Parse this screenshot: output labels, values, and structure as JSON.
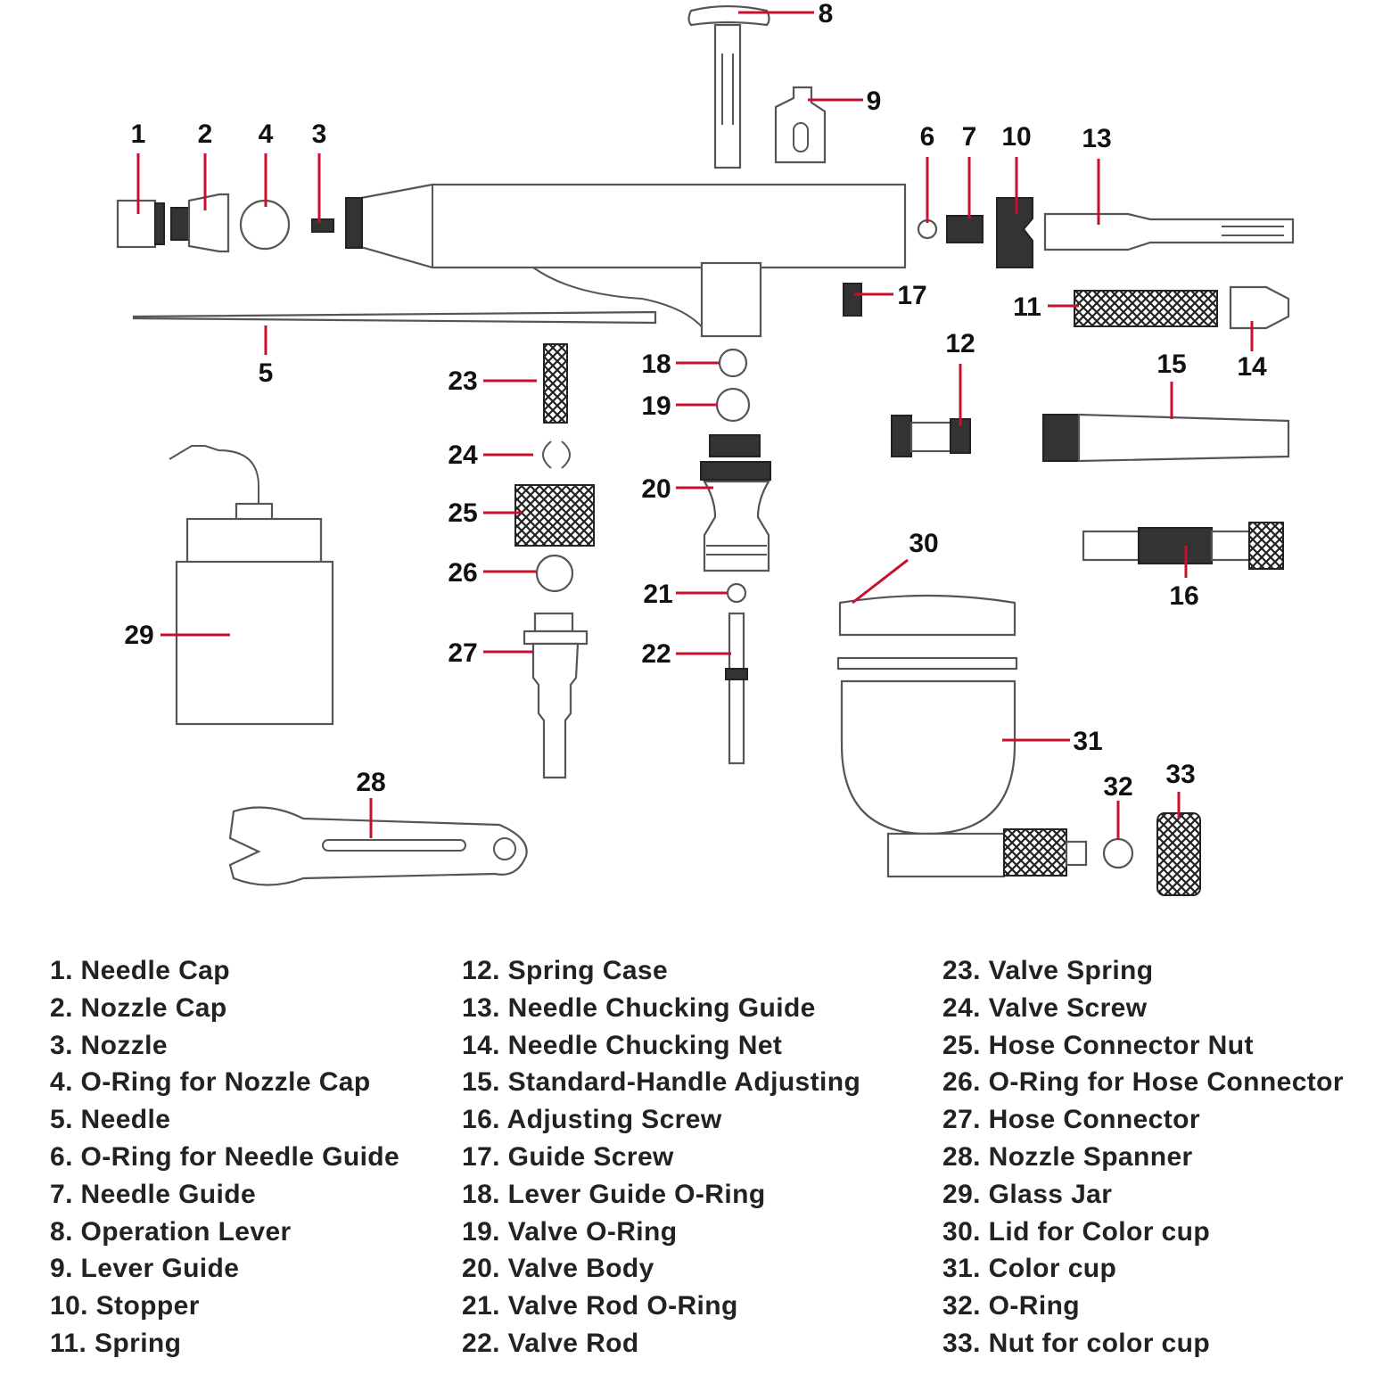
{
  "callouts": [
    "1",
    "2",
    "3",
    "4",
    "5",
    "6",
    "7",
    "8",
    "9",
    "10",
    "11",
    "12",
    "13",
    "14",
    "15",
    "16",
    "17",
    "18",
    "19",
    "20",
    "21",
    "22",
    "23",
    "24",
    "25",
    "26",
    "27",
    "28",
    "29",
    "30",
    "31",
    "32",
    "33"
  ],
  "legend": {
    "col1": [
      "1. Needle Cap",
      "2. Nozzle Cap",
      "3. Nozzle",
      "4. O-Ring for Nozzle Cap",
      "5. Needle",
      "6. O-Ring for Needle Guide",
      "7. Needle Guide",
      "8. Operation Lever",
      "9. Lever Guide",
      "10. Stopper",
      "11. Spring"
    ],
    "col2": [
      "12. Spring Case",
      "13. Needle Chucking Guide",
      "14. Needle Chucking Net",
      "15. Standard-Handle Adjusting",
      "16. Adjusting Screw",
      "17. Guide Screw",
      "18. Lever Guide O-Ring",
      "19. Valve O-Ring",
      "20. Valve Body",
      "21. Valve Rod O-Ring",
      "22. Valve Rod"
    ],
    "col3": [
      "23. Valve Spring",
      "24. Valve Screw",
      "25. Hose Connector Nut",
      "26. O-Ring for Hose Connector",
      "27. Hose Connector",
      "28. Nozzle Spanner",
      "29. Glass Jar",
      "30. Lid for Color cup",
      "31. Color cup",
      "32. O-Ring",
      "33. Nut for color cup"
    ]
  },
  "colors": {
    "leader": "#c8102e",
    "outline": "#555555",
    "text": "#222222"
  }
}
